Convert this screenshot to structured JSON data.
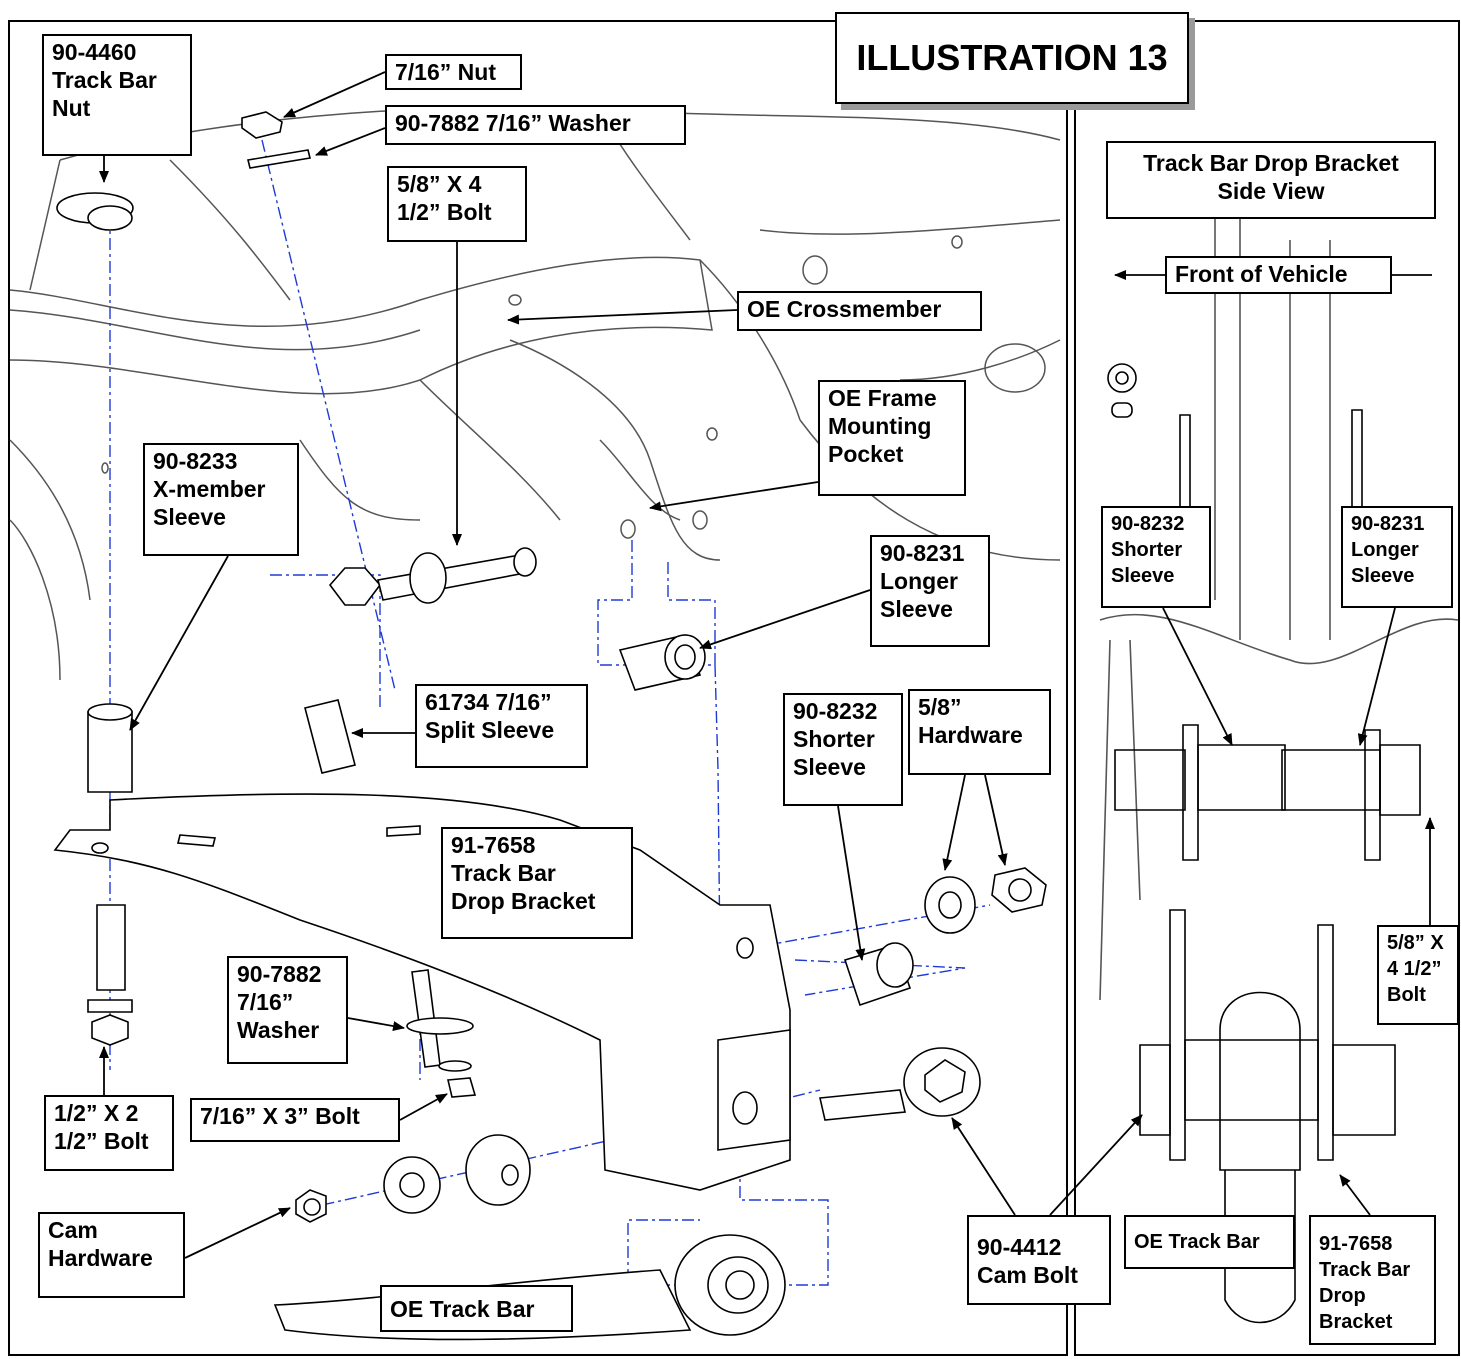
{
  "title": "ILLUSTRATION 13",
  "colors": {
    "line": "#000000",
    "centerline": "#1f3bd6",
    "sketch": "#555555",
    "shadow": "#9a9a9a"
  },
  "main_labels": {
    "track_bar_nut": "90-4460\nTrack Bar\nNut",
    "nut_716": "7/16” Nut",
    "washer_7882_top": "90-7882 7/16” Washer",
    "bolt_58": "5/8” X 4\n1/2” Bolt",
    "oe_crossmember": "OE Crossmember",
    "oe_frame_pocket": "OE Frame\nMounting\nPocket",
    "xmember_sleeve": "90-8233\nX-member\nSleeve",
    "longer_sleeve": "90-8231\nLonger\nSleeve",
    "split_sleeve": "61734 7/16”\nSplit Sleeve",
    "shorter_sleeve": "90-8232\nShorter\nSleeve",
    "hardware_58": "5/8”\nHardware",
    "drop_bracket": "91-7658\nTrack Bar\nDrop Bracket",
    "washer_7882_bottom": "90-7882\n7/16”\nWasher",
    "bolt_12": "1/2” X 2\n1/2” Bolt",
    "bolt_716": "7/16” X 3” Bolt",
    "cam_hardware": "Cam\nHardware",
    "oe_track_bar": "OE Track Bar"
  },
  "side_view": {
    "title": "Track Bar Drop Bracket\nSide View",
    "front_of_vehicle": "Front of Vehicle",
    "shorter_sleeve": "90-8232\nShorter\nSleeve",
    "longer_sleeve": "90-8231\nLonger\nSleeve",
    "bolt_58": "5/8” X\n4 1/2”\nBolt",
    "cam_bolt": "90-4412\nCam Bolt",
    "oe_track_bar": "OE Track Bar",
    "drop_bracket": "91-7658\nTrack Bar\nDrop\nBracket"
  }
}
